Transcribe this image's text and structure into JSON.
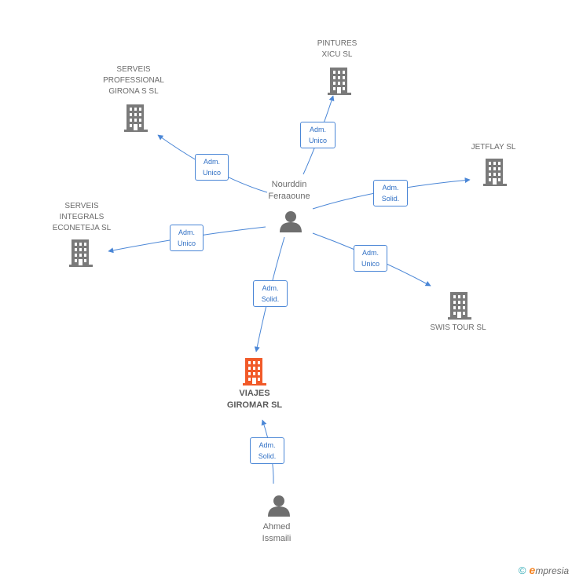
{
  "colors": {
    "edge": "#4a86d6",
    "company": "#7a7a7a",
    "company_highlight": "#f15a29",
    "person": "#6e6e6e"
  },
  "nodes": {
    "nourddin": {
      "line1": "Nourddin",
      "line2": "Feraaoune",
      "icon": "person-icon"
    },
    "ahmed": {
      "line1": "Ahmed",
      "line2": "Issmaili",
      "icon": "person-icon"
    },
    "viajes": {
      "line1": "VIAJES",
      "line2": "GIROMAR SL",
      "icon": "building-icon"
    },
    "pintures": {
      "line1": "PINTURES",
      "line2": "XICU SL",
      "icon": "building-icon"
    },
    "serveis_prof": {
      "line1": "SERVEIS",
      "line2": "PROFESSIONAL",
      "line3": "GIRONA S SL",
      "icon": "building-icon"
    },
    "jetflay": {
      "line1": "JETFLAY SL",
      "icon": "building-icon"
    },
    "serveis_int": {
      "line1": "SERVEIS",
      "line2": "INTEGRALS",
      "line3": "ECONETEJA SL",
      "icon": "building-icon"
    },
    "swis": {
      "line1": "SWIS TOUR SL",
      "icon": "building-icon"
    }
  },
  "roles": {
    "pintures": {
      "a": "Adm.",
      "b": "Unico"
    },
    "serveis_prof": {
      "a": "Adm.",
      "b": "Unico"
    },
    "jetflay": {
      "a": "Adm.",
      "b": "Solid."
    },
    "serveis_int": {
      "a": "Adm.",
      "b": "Unico"
    },
    "swis": {
      "a": "Adm.",
      "b": "Unico"
    },
    "viajes": {
      "a": "Adm.",
      "b": "Solid."
    },
    "ahmed": {
      "a": "Adm.",
      "b": "Solid."
    }
  },
  "footer": {
    "copyright": "©",
    "brand_initial": "e",
    "brand_rest": "mpresia"
  }
}
